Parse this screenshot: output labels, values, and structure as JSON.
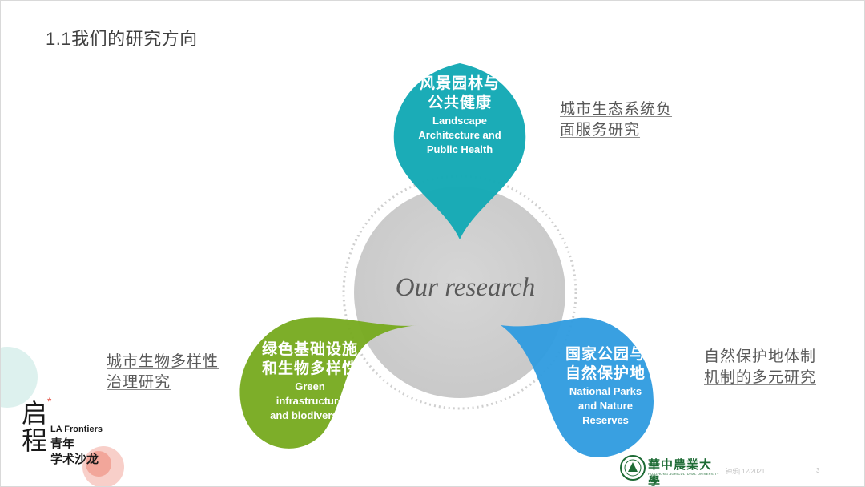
{
  "title": "1.1我们的研究方向",
  "center": "Our research",
  "petals": {
    "top": {
      "zh_1": "风景园林与",
      "zh_2": "公共健康",
      "en_1": "Landscape",
      "en_2": "Architecture and",
      "en_3": "Public Health",
      "color": "#14a9b5"
    },
    "left": {
      "zh_1": "绿色基础设施",
      "zh_2": "和生物多样性",
      "en_1": "Green",
      "en_2": "infrastructure",
      "en_3": "and biodiversity",
      "color": "#76aa1d"
    },
    "right": {
      "zh_1": "国家公园与",
      "zh_2": "自然保护地",
      "en_1": "National Parks",
      "en_2": "and Nature",
      "en_3": "Reserves",
      "color": "#2e9bdf"
    }
  },
  "side_notes": {
    "top_right_1": "城市生态系统负",
    "top_right_2": "面服务研究",
    "left_1": "城市生物多样性",
    "left_2": "治理研究",
    "right_1": "自然保护地体制",
    "right_2": "机制的多元研究"
  },
  "logo": {
    "big_1": "启",
    "big_2": "程",
    "star": "*",
    "en": "LA Frontiers",
    "zh_1": "青年",
    "zh_2": "学术沙龙"
  },
  "university": {
    "name": "華中農業大學",
    "sub": "HUAZHONG AGRICULTURAL UNIVERSITY"
  },
  "footer": {
    "author_date": "钟乐| 12/2021",
    "page": "3"
  }
}
